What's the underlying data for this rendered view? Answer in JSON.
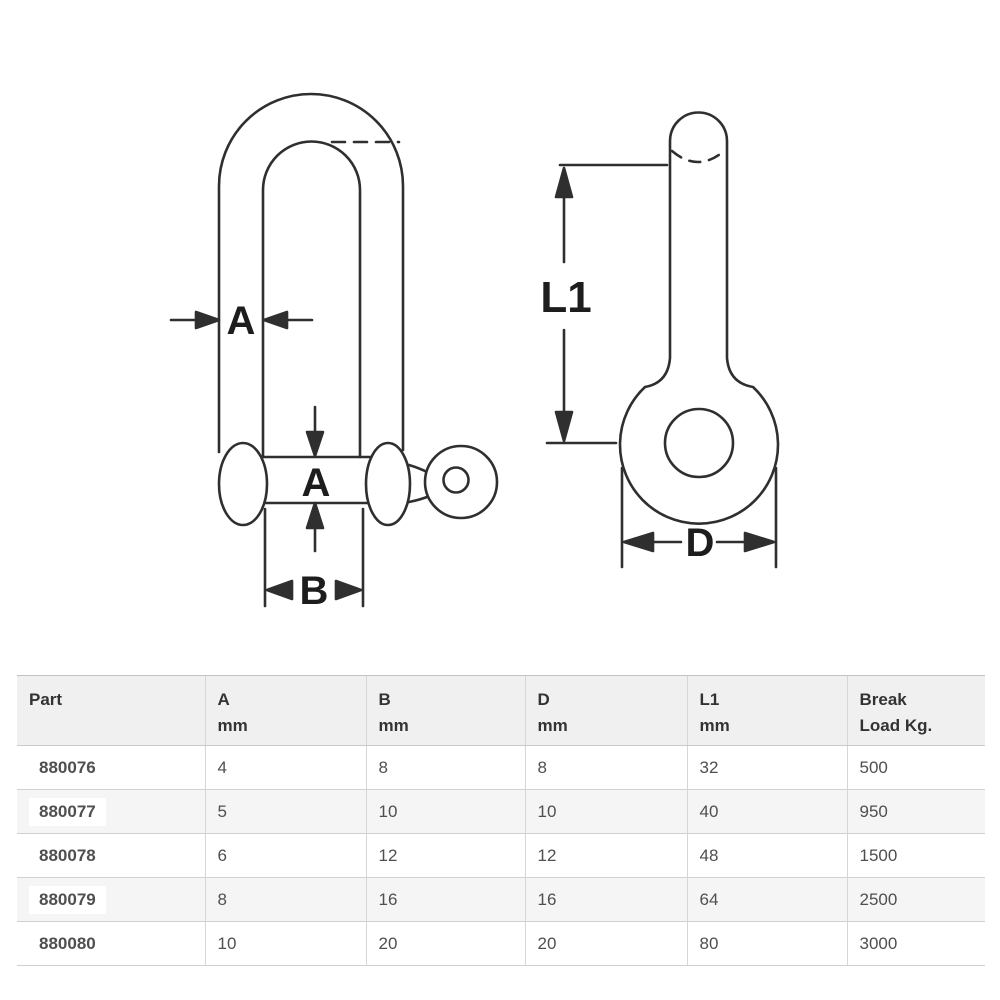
{
  "diagram": {
    "line_color": "#2f2f2f",
    "front_view": {
      "label_a_width": "A",
      "label_a_pin": "A",
      "label_b_inside_width": "B"
    },
    "side_view": {
      "label_l1_length": "L1",
      "label_d_eye": "D"
    }
  },
  "table": {
    "columns": [
      {
        "label": "Part",
        "unit": ""
      },
      {
        "label": "A",
        "unit": "mm"
      },
      {
        "label": "B",
        "unit": "mm"
      },
      {
        "label": "D",
        "unit": "mm"
      },
      {
        "label": "L1",
        "unit": "mm"
      },
      {
        "label": "Break",
        "unit": "Load Kg."
      }
    ],
    "rows": [
      {
        "part": "880076",
        "a": "4",
        "b": "8",
        "d": "8",
        "l1": "32",
        "break_load": "500"
      },
      {
        "part": "880077",
        "a": "5",
        "b": "10",
        "d": "10",
        "l1": "40",
        "break_load": "950"
      },
      {
        "part": "880078",
        "a": "6",
        "b": "12",
        "d": "12",
        "l1": "48",
        "break_load": "1500"
      },
      {
        "part": "880079",
        "a": "8",
        "b": "16",
        "d": "16",
        "l1": "64",
        "break_load": "2500"
      },
      {
        "part": "880080",
        "a": "10",
        "b": "20",
        "d": "20",
        "l1": "80",
        "break_load": "3000"
      }
    ]
  }
}
